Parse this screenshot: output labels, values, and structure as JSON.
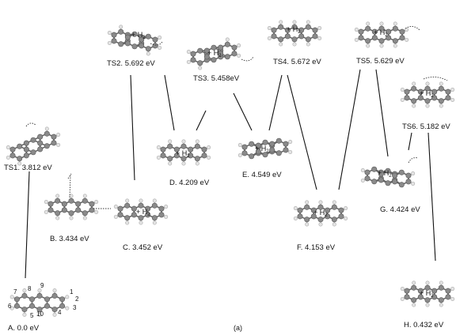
{
  "caption": "(a)",
  "h2_text": "+ H",
  "h2_subscript": "2",
  "states": [
    {
      "id": "A",
      "label": "A. 0.0 eV"
    },
    {
      "id": "B",
      "label": "B. 3.434 eV"
    },
    {
      "id": "C",
      "label": "C. 3.452 eV"
    },
    {
      "id": "D",
      "label": "D. 4.209 eV"
    },
    {
      "id": "E",
      "label": "E.  4.549 eV"
    },
    {
      "id": "F",
      "label": "F. 4.153 eV"
    },
    {
      "id": "G",
      "label": "G. 4.424 eV"
    },
    {
      "id": "H",
      "label": "H.  0.432 eV"
    },
    {
      "id": "TS1",
      "label": "TS1. 3.812 eV"
    },
    {
      "id": "TS2",
      "label": "TS2. 5.692 eV"
    },
    {
      "id": "TS3",
      "label": "TS3. 5.458eV"
    },
    {
      "id": "TS4",
      "label": "TS4. 5.672  eV"
    },
    {
      "id": "TS5",
      "label": "TS5.  5.629  eV"
    },
    {
      "id": "TS6",
      "label": "TS6.  5.182 eV"
    }
  ],
  "atom_numbers": [
    "1",
    "2",
    "3",
    "4",
    "5",
    "6",
    "7",
    "8",
    "9",
    "10"
  ]
}
